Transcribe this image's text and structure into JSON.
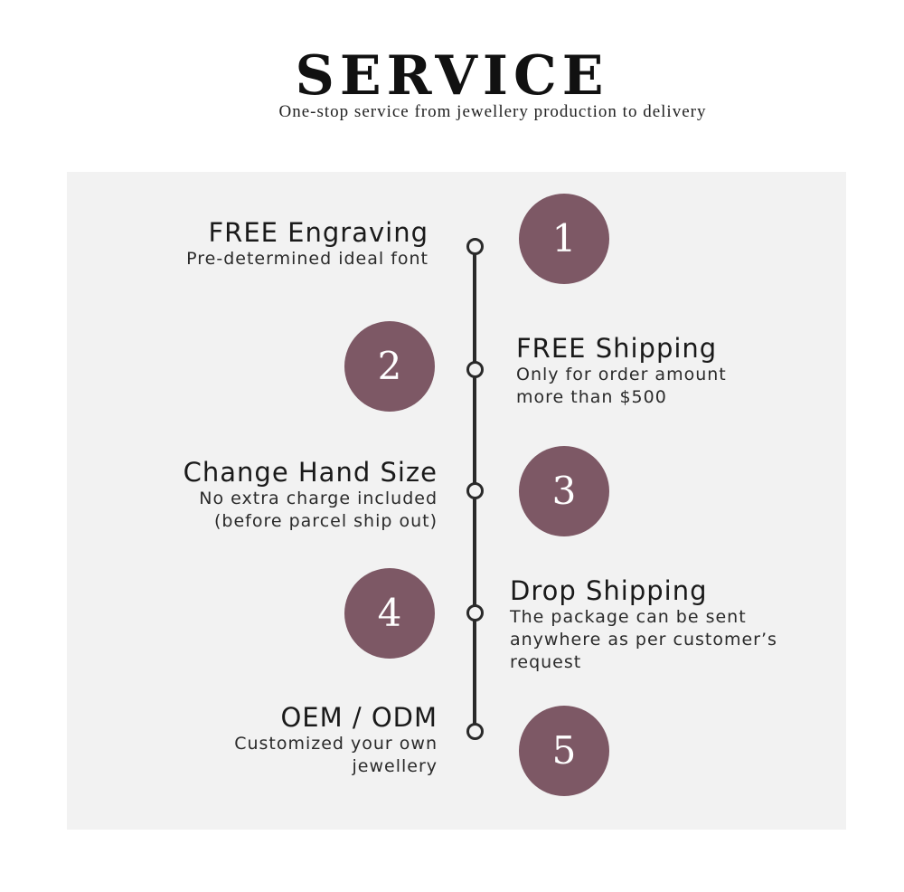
{
  "header": {
    "title": "SERVICE",
    "subtitle": "One-stop service from jewellery production to delivery"
  },
  "colors": {
    "badge": "#7d5865",
    "panel": "#f2f2f2",
    "line": "#2a2a2a"
  },
  "steps": [
    {
      "number": "1",
      "title": "FREE Engraving",
      "desc_lines": [
        "Pre-determined ideal font"
      ]
    },
    {
      "number": "2",
      "title": "FREE Shipping",
      "desc_lines": [
        "Only for order amount",
        "more than $500"
      ]
    },
    {
      "number": "3",
      "title": "Change Hand Size",
      "desc_lines": [
        "No extra charge included",
        "(before parcel ship out)"
      ]
    },
    {
      "number": "4",
      "title": "Drop Shipping",
      "desc_lines": [
        "The package can be sent",
        "anywhere as per customer’s",
        "request"
      ]
    },
    {
      "number": "5",
      "title": "OEM / ODM",
      "desc_lines": [
        "Customized your own",
        "jewellery"
      ]
    }
  ]
}
